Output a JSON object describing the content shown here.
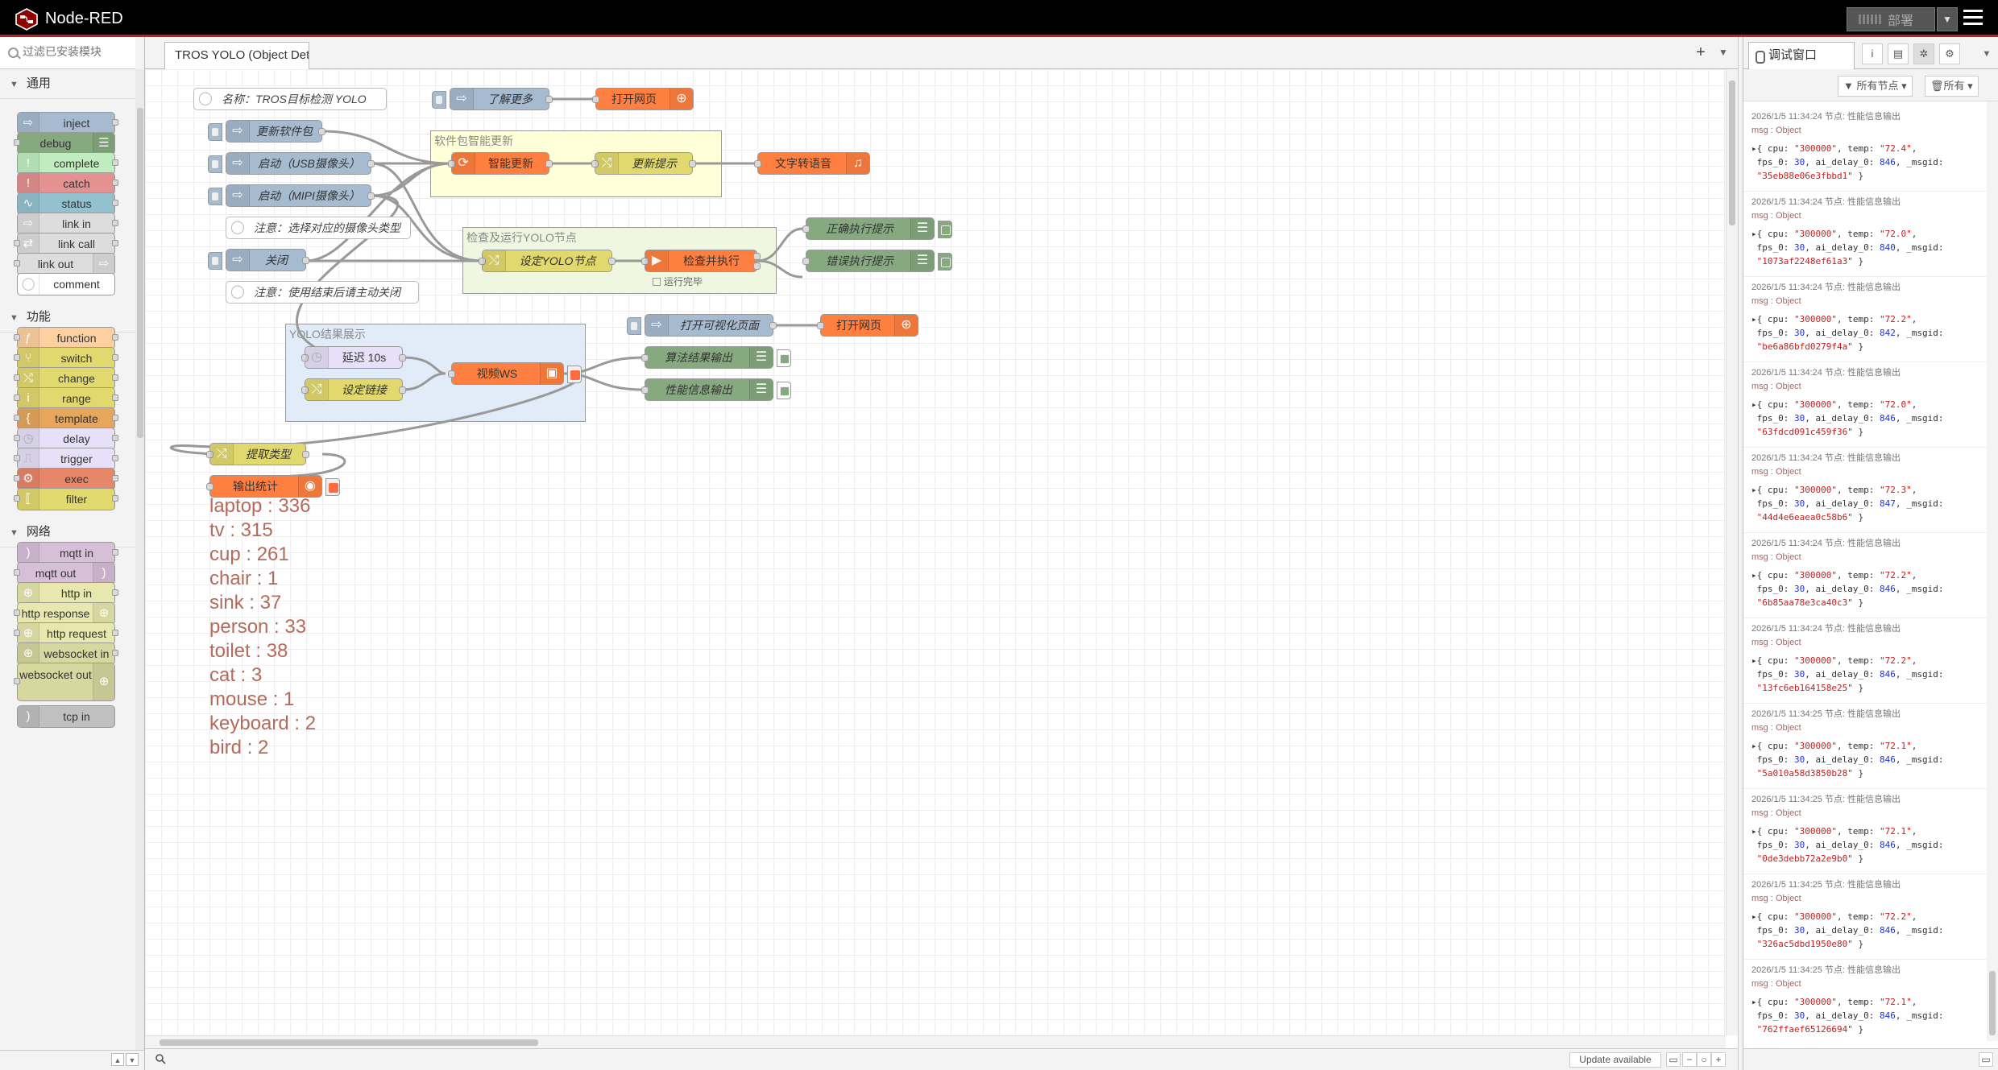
{
  "header": {
    "title": "Node-RED",
    "deploy_label": "部署"
  },
  "palette": {
    "search_placeholder": "过滤已安装模块",
    "categories": [
      {
        "name": "通用",
        "nodes": [
          "inject",
          "debug",
          "complete",
          "catch",
          "status",
          "link in",
          "link call",
          "link out",
          "comment"
        ]
      },
      {
        "name": "功能",
        "nodes": [
          "function",
          "switch",
          "change",
          "range",
          "template",
          "delay",
          "trigger",
          "exec",
          "filter"
        ]
      },
      {
        "name": "网络",
        "nodes": [
          "mqtt in",
          "mqtt out",
          "http in",
          "http response",
          "http request",
          "websocket in",
          "websocket out",
          "tcp in"
        ]
      }
    ]
  },
  "workspace": {
    "tab_label": "TROS YOLO (Object Detect",
    "groups": {
      "update": "软件包智能更新",
      "run": "检查及运行YOLO节点",
      "show": "YOLO结果展示"
    },
    "nodes": {
      "comment_name": "名称：TROS目标检测 YOLO",
      "learn_more": "了解更多",
      "open_web1": "打开网页",
      "update_pkg": "更新软件包",
      "start_usb": "启动（USB摄像头）",
      "start_mipi": "启动（MIPI摄像头）",
      "comment_cam": "注意：选择对应的摄像头类型",
      "close": "关闭",
      "comment_close": "注意：使用结束后请主动关闭",
      "smart_update": "智能更新",
      "update_tip": "更新提示",
      "tts": "文字转语音",
      "set_yolo": "设定YOLO节点",
      "check_exec": "检查并执行",
      "check_status": "运行完毕",
      "ok_tip": "正确执行提示",
      "err_tip": "错误执行提示",
      "open_vis": "打开可视化页面",
      "open_web2": "打开网页",
      "delay10": "延迟 10s",
      "set_link": "设定链接",
      "video_ws": "视频WS",
      "algo_out": "算法结果输出",
      "perf_out": "性能信息输出",
      "extract_type": "提取类型",
      "out_stats": "输出统计"
    },
    "counts": [
      "laptop : 336",
      "tv : 315",
      "cup : 261",
      "chair : 1",
      "sink : 37",
      "person : 33",
      "toilet : 38",
      "cat : 3",
      "mouse : 1",
      "keyboard : 2",
      "bird : 2"
    ],
    "update_available": "Update available"
  },
  "sidebar": {
    "tab_label": "调试窗口",
    "filter_nodes": "所有节点",
    "clear_label": "所有",
    "messages": [
      {
        "meta": "2026/1/5 11:34:24   节点: 性能信息输出",
        "topic": "msg : Object",
        "temp": "72.4",
        "delay": "846",
        "msgid": "35eb88e06e3fbbd1"
      },
      {
        "meta": "2026/1/5 11:34:24   节点: 性能信息输出",
        "topic": "msg : Object",
        "temp": "72.0",
        "delay": "840",
        "msgid": "1073af2248ef61a3"
      },
      {
        "meta": "2026/1/5 11:34:24   节点: 性能信息输出",
        "topic": "msg : Object",
        "temp": "72.2",
        "delay": "842",
        "msgid": "be6a86bfd0279f4a"
      },
      {
        "meta": "2026/1/5 11:34:24   节点: 性能信息输出",
        "topic": "msg : Object",
        "temp": "72.0",
        "delay": "846",
        "msgid": "63fdcd091c459f36"
      },
      {
        "meta": "2026/1/5 11:34:24   节点: 性能信息输出",
        "topic": "msg : Object",
        "temp": "72.3",
        "delay": "847",
        "msgid": "44d4e6eaea0c58b6"
      },
      {
        "meta": "2026/1/5 11:34:24   节点: 性能信息输出",
        "topic": "msg : Object",
        "temp": "72.2",
        "delay": "846",
        "msgid": "6b85aa78e3ca40c3"
      },
      {
        "meta": "2026/1/5 11:34:24   节点: 性能信息输出",
        "topic": "msg : Object",
        "temp": "72.2",
        "delay": "846",
        "msgid": "13fc6eb164158e25"
      },
      {
        "meta": "2026/1/5 11:34:25   节点: 性能信息输出",
        "topic": "msg : Object",
        "temp": "72.1",
        "delay": "846",
        "msgid": "5a010a58d3850b28"
      },
      {
        "meta": "2026/1/5 11:34:25   节点: 性能信息输出",
        "topic": "msg : Object",
        "temp": "72.1",
        "delay": "846",
        "msgid": "0de3debb72a2e9b0"
      },
      {
        "meta": "2026/1/5 11:34:25   节点: 性能信息输出",
        "topic": "msg : Object",
        "temp": "72.2",
        "delay": "846",
        "msgid": "326ac5dbd1950e80"
      },
      {
        "meta": "2026/1/5 11:34:25   节点: 性能信息输出",
        "topic": "msg : Object",
        "temp": "72.1",
        "delay": "846",
        "msgid": "762ffaef65126694"
      }
    ],
    "cpu": "300000",
    "fps": "30"
  }
}
